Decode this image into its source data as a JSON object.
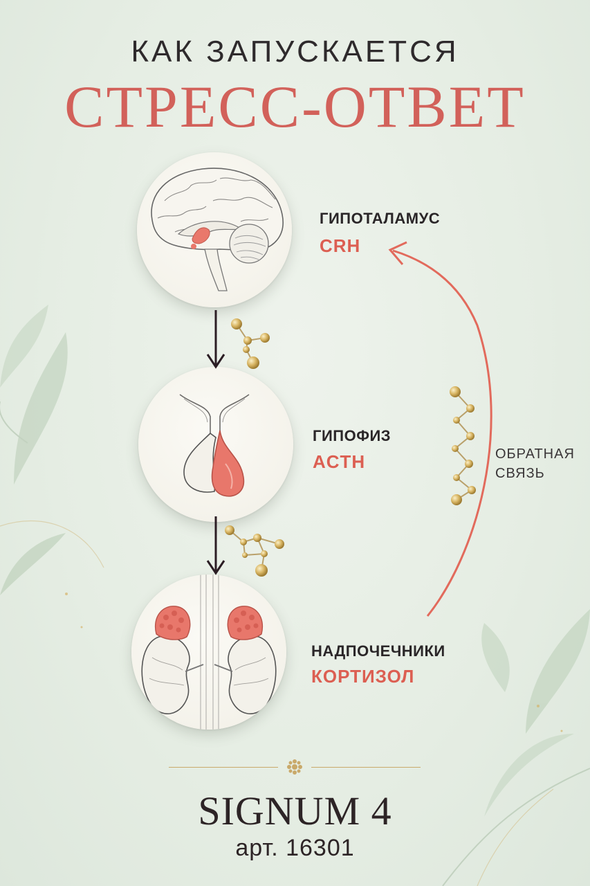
{
  "header": {
    "subtitle": "КАК ЗАПУСКАЕТСЯ",
    "title": "СТРЕСС-ОТВЕТ"
  },
  "stages": [
    {
      "organ": "ГИПОТАЛАМУС",
      "hormone": "CRH",
      "icon": "brain-illustration"
    },
    {
      "organ": "ГИПОФИЗ",
      "hormone": "ACTH",
      "icon": "pituitary-illustration"
    },
    {
      "organ": "НАДПОЧЕЧНИКИ",
      "hormone": "КОРТИЗОЛ",
      "icon": "kidneys-adrenal-illustration"
    }
  ],
  "feedback": {
    "line1": "ОБРАТНАЯ",
    "line2": "СВЯЗЬ"
  },
  "footer": {
    "brand": "SIGNUM 4",
    "article": "арт. 16301"
  },
  "colors": {
    "accent": "#dc5f52",
    "title": "#d2615a",
    "text": "#2a2628",
    "gold": "#c9a96a",
    "background": "#e8efe6"
  }
}
